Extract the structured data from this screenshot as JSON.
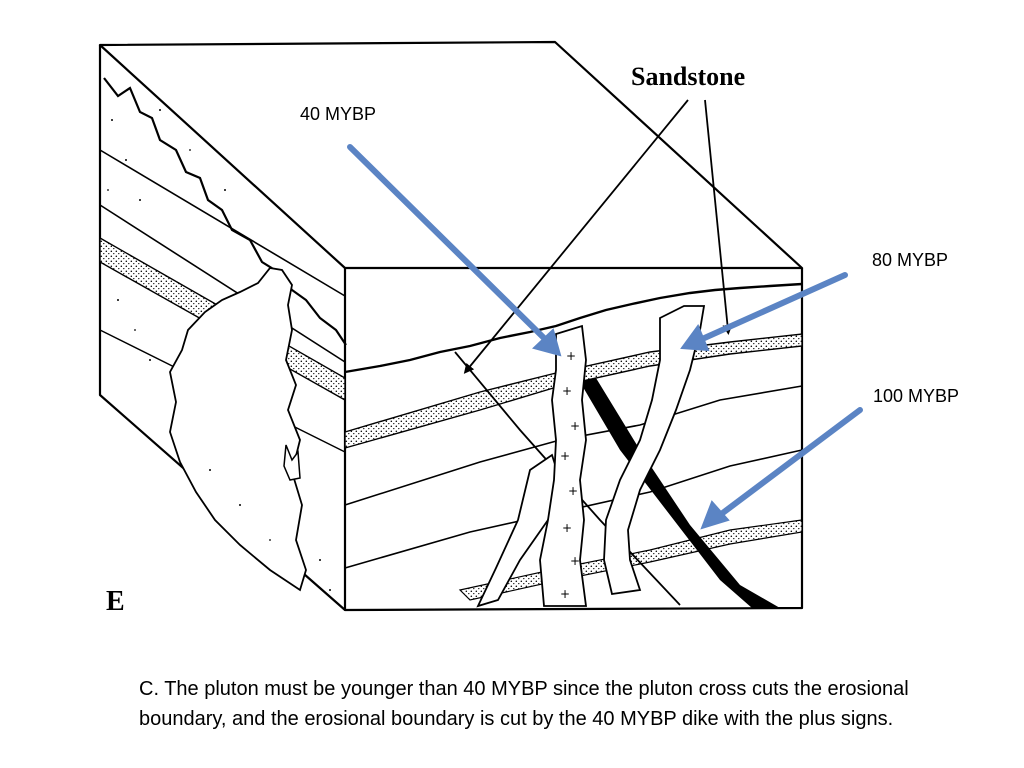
{
  "labels": {
    "sandstone": "Sandstone",
    "age_40": "40 MYBP",
    "age_80": "80 MYBP",
    "age_100": "100 MYBP",
    "corner_letter": "E"
  },
  "caption": "C. The pluton must be younger than 40 MYBP since the pluton cross cuts the erosional boundary, and the erosional boundary is cut by the 40 MYBP dike with the plus signs.",
  "colors": {
    "arrow": "#5B84C4",
    "line": "#000000",
    "background": "#ffffff"
  },
  "icons": {
    "dike_symbol": "+"
  }
}
